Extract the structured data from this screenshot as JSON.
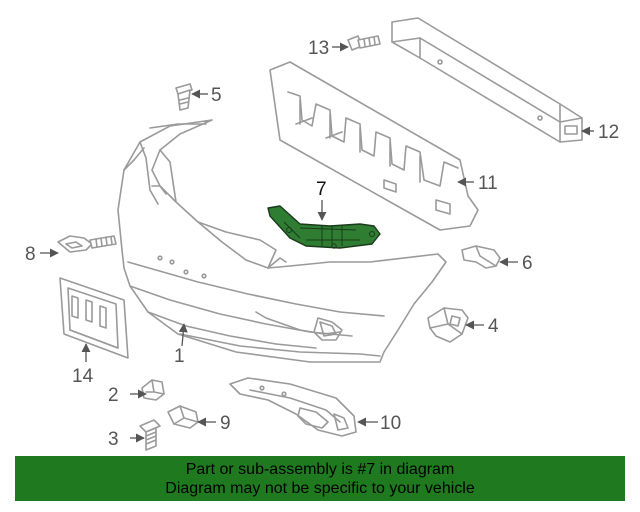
{
  "callouts": {
    "c1": "1",
    "c2": "2",
    "c3": "3",
    "c4": "4",
    "c5": "5",
    "c6": "6",
    "c7": "7",
    "c8": "8",
    "c9": "9",
    "c10": "10",
    "c11": "11",
    "c12": "12",
    "c13": "13",
    "c14": "14"
  },
  "highlight_part": "7",
  "colors": {
    "highlight_fill": "#2e7d32",
    "banner_bg": "#1f7a1f",
    "line_art": "#9a9a9a"
  },
  "banner": {
    "line1": "Part or sub-assembly is #7 in diagram",
    "line2": "Diagram may not be specific to your vehicle"
  }
}
